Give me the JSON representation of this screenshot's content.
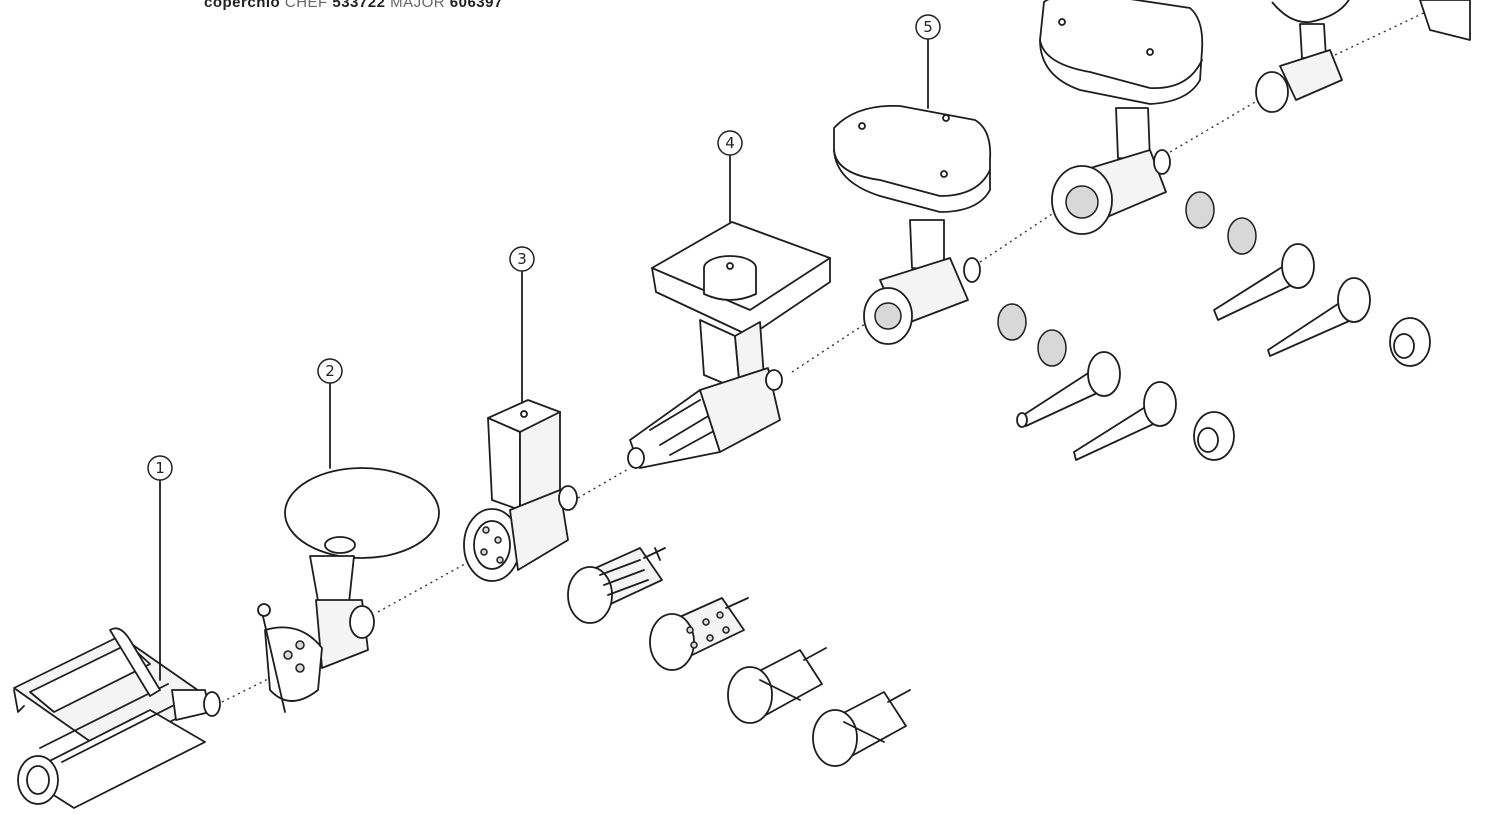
{
  "caption": {
    "word": "coperchio",
    "chef_label": "CHEF",
    "chef_code": "533722",
    "major_label": "MAJOR",
    "major_code": "606397"
  },
  "callouts": [
    {
      "label": "1"
    },
    {
      "label": "2"
    },
    {
      "label": "3"
    },
    {
      "label": "4"
    },
    {
      "label": "5"
    }
  ],
  "colors": {
    "line": "#1e1e1e",
    "paper": "#ffffff",
    "fill": "#f4f4f4"
  }
}
